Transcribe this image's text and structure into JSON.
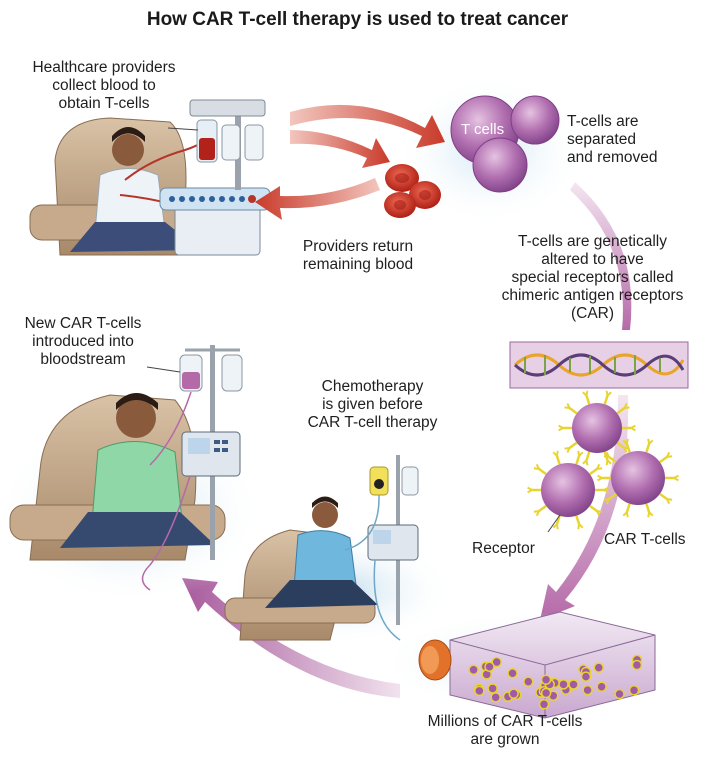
{
  "title": "How CAR T-cell therapy is used to treat cancer",
  "steps": {
    "collect": [
      "Healthcare providers",
      "collect blood to",
      "obtain T-cells"
    ],
    "separate": [
      "T-cells are",
      "separated",
      "and removed"
    ],
    "cell_label": "T cells",
    "return_blood": [
      "Providers return",
      "remaining blood"
    ],
    "engineer": [
      "T-cells are genetically",
      "altered to have",
      "special receptors called",
      "chimeric antigen receptors",
      "(CAR)"
    ],
    "receptor": "Receptor",
    "car_cells": "CAR T-cells",
    "grow": [
      "Millions of CAR T-cells",
      "are grown"
    ],
    "chemo": [
      "Chemotherapy",
      "is given before",
      "CAR T-cell therapy"
    ],
    "infuse": [
      "New CAR T-cells",
      "introduced into",
      "bloodstream"
    ]
  },
  "colors": {
    "arrow_red": "#c93a2a",
    "arrow_purple": "#b56aa8",
    "t_cell": "#a85aa8",
    "receptor": "#e8d430",
    "blood_cell": "#c8281e"
  },
  "icons": [
    "iv-bag-icon",
    "infusion-pump-icon",
    "dna-helix-icon",
    "cell-culture-flask-icon",
    "patient-chair-icon"
  ]
}
